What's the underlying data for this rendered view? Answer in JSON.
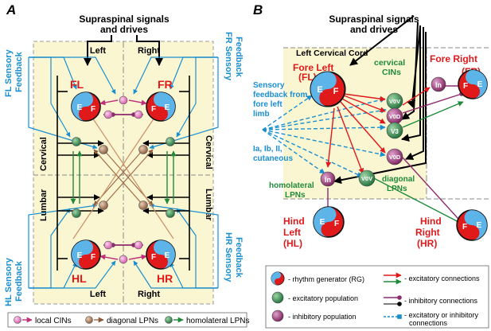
{
  "panel_a": {
    "letter": "A",
    "title_line1": "Supraspinal signals",
    "title_line2": "and drives",
    "left": "Left",
    "right": "Right",
    "left_bottom": "Left",
    "right_bottom": "Right",
    "cervical": "Cervical",
    "lumbar": "Lumbar",
    "fl_feedback_1": "FL Sensory",
    "fl_feedback_2": "Feedback",
    "fr_feedback_1": "FR Sensory",
    "fr_feedback_2": "Feedback",
    "hl_feedback_1": "HL Sensory",
    "hl_feedback_2": "Feedback",
    "hr_feedback_1": "HR Sensory",
    "hr_feedback_2": "Feedback",
    "fl": "FL",
    "fr": "FR",
    "hl": "HL",
    "hr": "HR",
    "e": "E",
    "f": "F",
    "legend_cins": "local CINs",
    "legend_diag": "diagonal LPNs",
    "legend_homo": "homolateral LPNs"
  },
  "panel_b": {
    "letter": "B",
    "title_line1": "Supraspinal signals",
    "title_line2": "and drives",
    "cord": "Left Cervical Cord",
    "fore_left_1": "Fore Left",
    "fore_left_2": "(FL)",
    "fore_right_1": "Fore Right",
    "fore_right_2": "(FR)",
    "cervical_cins_1": "cervical",
    "cervical_cins_2": "CINs",
    "sensory_1": "Sensory",
    "sensory_2": "feedback from",
    "sensory_3": "fore left",
    "sensory_4": "limb",
    "aff_1": "Ia, Ib, II,",
    "aff_2": "cutaneous",
    "homolateral_1": "homolateral",
    "homolateral_2": "LPNs",
    "diagonal_1": "diagonal",
    "diagonal_2": "LPNs",
    "hind_left_1": "Hind",
    "hind_left_2": "Left",
    "hind_left_3": "(HL)",
    "hind_right_1": "Hind",
    "hind_right_2": "Right",
    "hind_right_3": "(HR)",
    "in": "In",
    "v0v": "V0V",
    "v0d": "V0D",
    "v3": "V3",
    "e": "E",
    "f": "F"
  },
  "legend_b": {
    "rg": "- rhythm generator (RG)",
    "exc_pop": "- excitatory population",
    "inh_pop": "- inhibitory population",
    "exc_conn": "- excitatory connections",
    "inh_conn": "- inhibitory connections",
    "exc_inh_1": "- excitatory or inhibitory",
    "exc_inh_2": "connections"
  },
  "colors": {
    "blue": "#1a8fd0",
    "red": "#e0191b",
    "green": "#1f8a3a",
    "purple": "#8e2a6e",
    "brown": "#8a5a3a",
    "yellow": "#fbf6d2"
  }
}
